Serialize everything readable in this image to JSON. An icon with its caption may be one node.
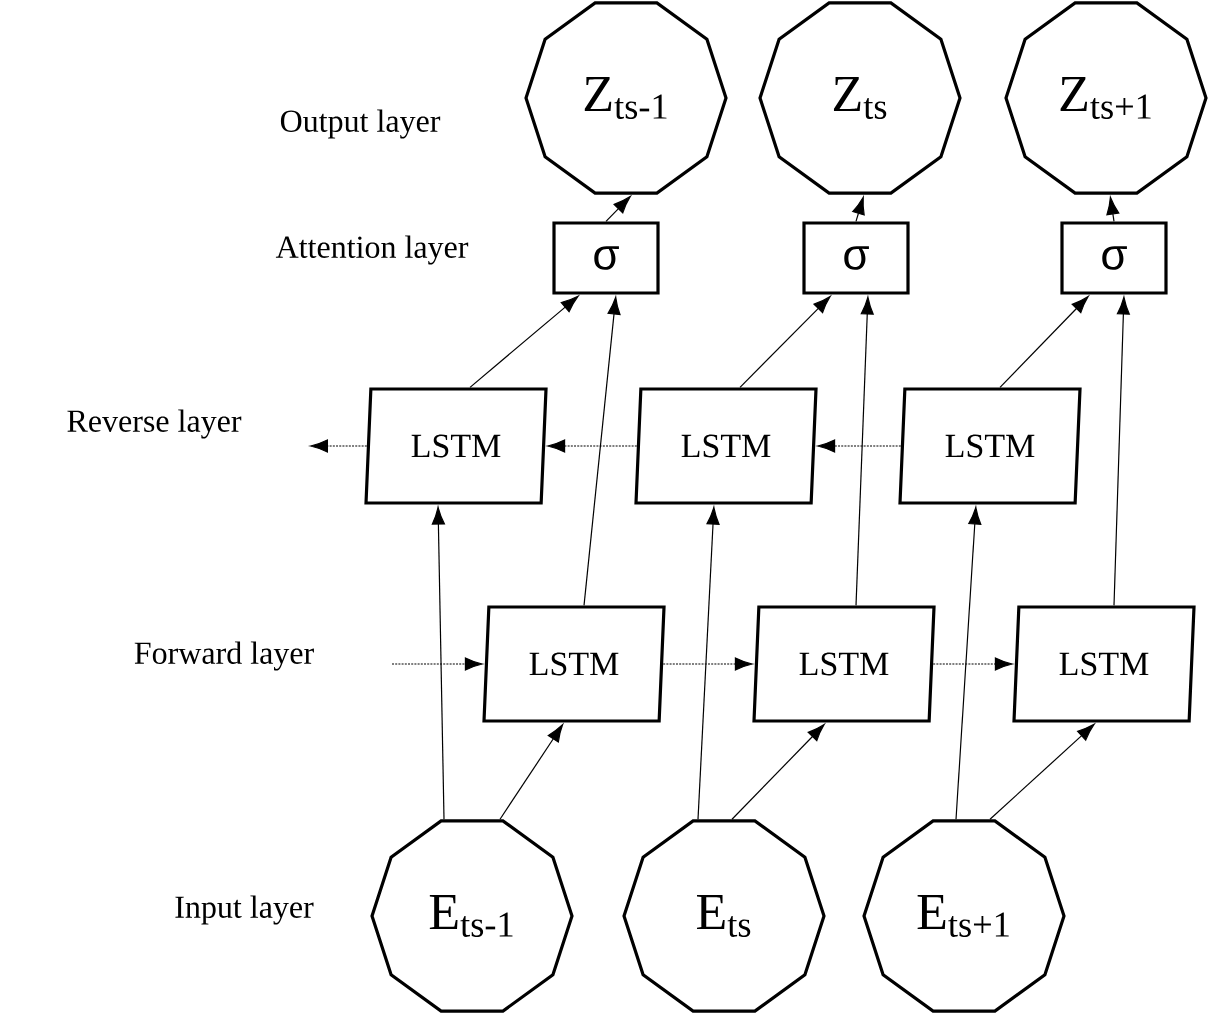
{
  "diagram": {
    "nodes": [
      {
        "text": [
          "Z$_{ts-1}$"
        ]
      },
      {
        "text": [
          "Z$_{ts}$"
        ]
      },
      {
        "text": [
          "Z$_{ts+1}$"
        ]
      },
      {
        "text": [
          "σ"
        ]
      },
      {
        "text": [
          "σ"
        ]
      },
      {
        "text": [
          "σ"
        ]
      },
      {
        "text": [
          "LSTM"
        ]
      },
      {
        "text": [
          "LSTM"
        ]
      },
      {
        "text": [
          "LSTM"
        ]
      },
      {
        "text": [
          "LSTM"
        ]
      },
      {
        "text": [
          "LSTM"
        ]
      },
      {
        "text": [
          "LSTM"
        ]
      },
      {
        "text": [
          "E$_{ts-1}$"
        ]
      },
      {
        "text": [
          "E$_{ts}$"
        ]
      },
      {
        "text": [
          "E$_{ts+1}$"
        ]
      }
    ],
    "edges": [
      {
        "from": 12,
        "to": 6,
        "arrow": "to"
      },
      {
        "from": 12,
        "to": 9,
        "arrow": "to"
      },
      {
        "from": 13,
        "to": 7,
        "arrow": "to"
      },
      {
        "from": 13,
        "to": 10,
        "arrow": "to"
      },
      {
        "from": 14,
        "to": 8,
        "arrow": "to"
      },
      {
        "from": 14,
        "to": 11,
        "arrow": "to"
      },
      {
        "from": 9,
        "to": 3,
        "arrow": "to"
      },
      {
        "from": 10,
        "to": 4,
        "arrow": "to"
      },
      {
        "from": 11,
        "to": 5,
        "arrow": "to"
      },
      {
        "from": 6,
        "to": 3,
        "arrow": "to"
      },
      {
        "from": 7,
        "to": 4,
        "arrow": "to"
      },
      {
        "from": 8,
        "to": 5,
        "arrow": "to"
      },
      {
        "from": 3,
        "to": 0,
        "arrow": "to"
      },
      {
        "from": 4,
        "to": 1,
        "arrow": "to"
      },
      {
        "from": 5,
        "to": 2,
        "arrow": "to"
      },
      {
        "from": null,
        "to": 9,
        "arrow": "to",
        "style": "dashed"
      },
      {
        "from": 9,
        "to": 10,
        "arrow": "to",
        "style": "dashed"
      },
      {
        "from": 10,
        "to": 11,
        "arrow": "to",
        "style": "dashed"
      },
      {
        "from": 8,
        "to": 7,
        "arrow": "to",
        "style": "dashed"
      },
      {
        "from": 7,
        "to": 6,
        "arrow": "to",
        "style": "dashed"
      },
      {
        "from": 6,
        "to": null,
        "arrow": "to",
        "style": "dashed"
      }
    ],
    "labels": [
      "Output layer",
      "Attention layer",
      "Reverse layer",
      "Forward layer",
      "Input layer"
    ]
  }
}
